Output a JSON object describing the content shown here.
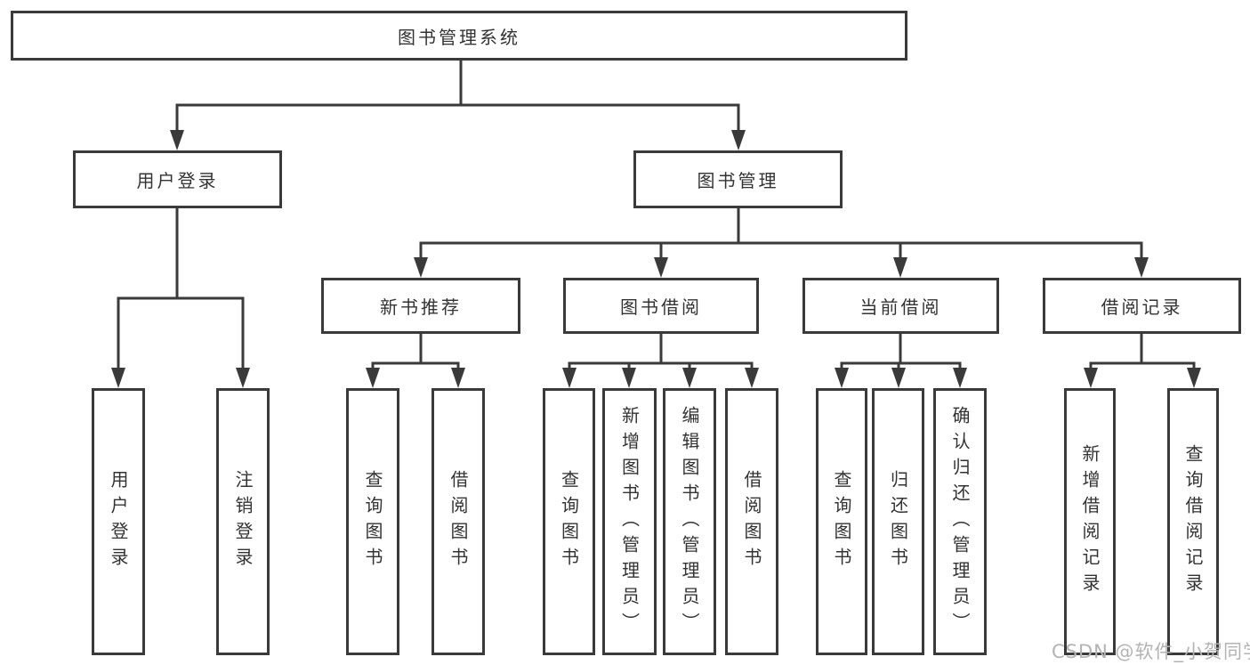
{
  "diagram": {
    "watermark": "CSDN @软件_小贺同学",
    "colors": {
      "line": "#3a3a3a",
      "text": "#333333",
      "background": "#ffffff",
      "watermark": "#b3b3b3"
    },
    "tree": {
      "root": "图书管理系统",
      "children": [
        {
          "label": "用户登录",
          "children": [
            "用户登录",
            "注销登录"
          ]
        },
        {
          "label": "图书管理",
          "children": [
            {
              "label": "新书推荐",
              "children": [
                "查询图书",
                "借阅图书"
              ]
            },
            {
              "label": "图书借阅",
              "children": [
                "查询图书",
                "新增图书（管理员）",
                "编辑图书（管理员）",
                "借阅图书"
              ]
            },
            {
              "label": "当前借阅",
              "children": [
                "查询图书",
                "归还图书",
                "确认归还（管理员）"
              ]
            },
            {
              "label": "借阅记录",
              "children": [
                "新增借阅记录",
                "查询借阅记录"
              ]
            }
          ]
        }
      ]
    }
  }
}
